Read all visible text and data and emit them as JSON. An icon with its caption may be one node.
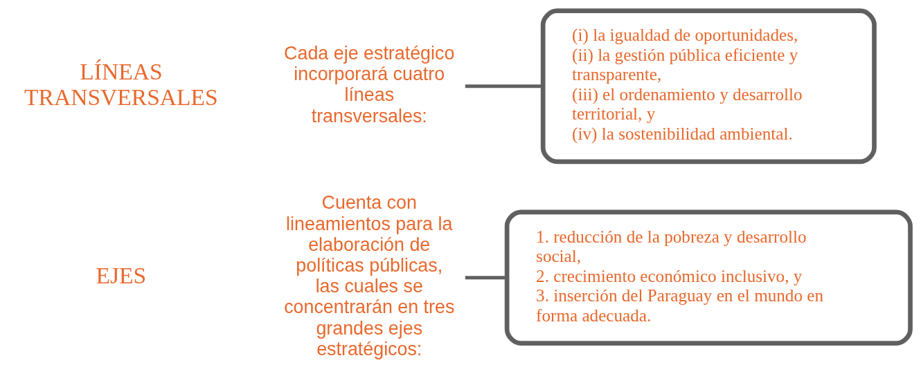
{
  "diagram": {
    "nodes": [
      {
        "text": [
          "Cuenta con lineamientos para la elaboración de políticas públicas, las cuales se concentrarán en tres grandes ejes estratégicos:"
        ]
      },
      {
        "text": [
          "1. reducción de la pobreza y desarrollo social,",
          "2. crecimiento económico inclusivo, y",
          "3. inserción del Paraguay en el mundo en forma adecuada."
        ]
      },
      {
        "text": [
          "Cada eje estratégico incorporará cuatro líneas transversales:"
        ]
      },
      {
        "text": [
          "(i) la igualdad de oportunidades,",
          "(ii) la gestión pública eficiente y transparente,",
          "(iii) el ordenamiento y desarrollo territorial, y",
          "(iv) la sostenibilidad ambiental."
        ]
      }
    ],
    "edges": [
      {
        "from": 0,
        "to": 1,
        "arrow": "none"
      },
      {
        "from": 2,
        "to": 3,
        "arrow": "none"
      }
    ],
    "labels": [
      "EJES",
      "LÍNEAS TRANSVERSALES"
    ]
  }
}
